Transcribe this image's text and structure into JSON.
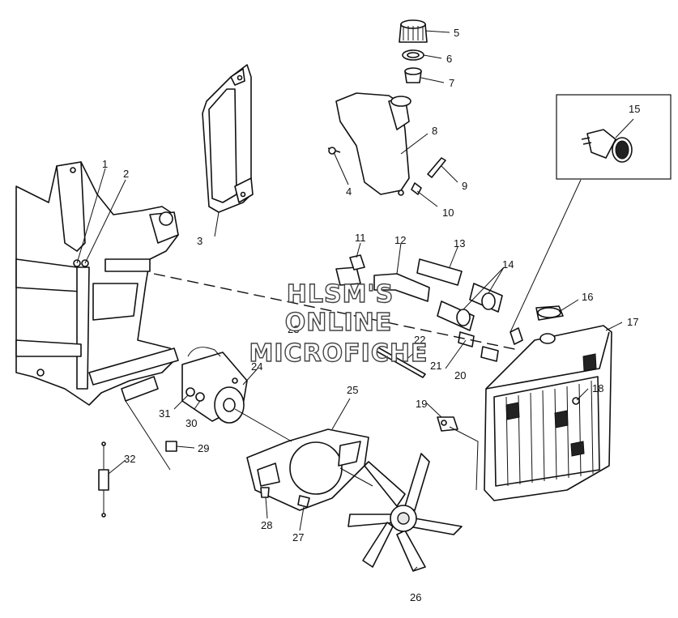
{
  "callouts": {
    "c1": "1",
    "c2": "2",
    "c3": "3",
    "c4": "4",
    "c5": "5",
    "c6": "6",
    "c7": "7",
    "c8": "8",
    "c9": "9",
    "c10": "10",
    "c11": "11",
    "c12": "12",
    "c13": "13",
    "c14": "14",
    "c15": "15",
    "c16": "16",
    "c17": "17",
    "c18": "18",
    "c19": "19",
    "c20": "20",
    "c21": "21",
    "c22": "22",
    "c23": "23",
    "c24": "24",
    "c25": "25",
    "c26": "26",
    "c27": "27",
    "c28": "28",
    "c29": "29",
    "c30": "30",
    "c31": "31",
    "c32": "32"
  },
  "watermark": {
    "line1": "HLSM'S",
    "line2": "ONLINE",
    "line3": "MICROFICHE"
  }
}
